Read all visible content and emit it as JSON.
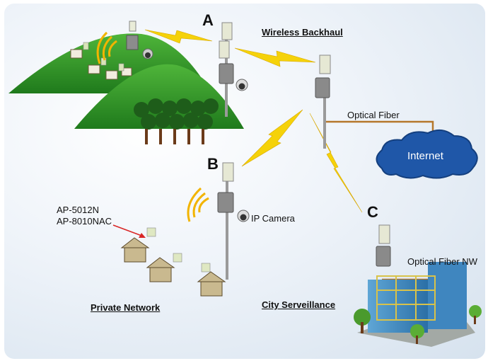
{
  "labels": {
    "site_a": "A",
    "site_b": "B",
    "site_c": "C",
    "wireless_backhaul": "Wireless Backhaul",
    "optical_fiber": "Optical Fiber",
    "internet": "Internet",
    "ip_camera": "IP Camera",
    "ap_model_1": "AP-5012N",
    "ap_model_2": "AP-8010NAC",
    "optical_fiber_nw": "Optical Fiber NW",
    "private_network": "Private Network",
    "city_surveillance": "City Serveillance"
  },
  "colors": {
    "hill": "#2e9a28",
    "wireless_link": "#f5d20a",
    "fiber": "#b5772b",
    "cloud": "#1f57a8",
    "pointer": "#d92626"
  }
}
